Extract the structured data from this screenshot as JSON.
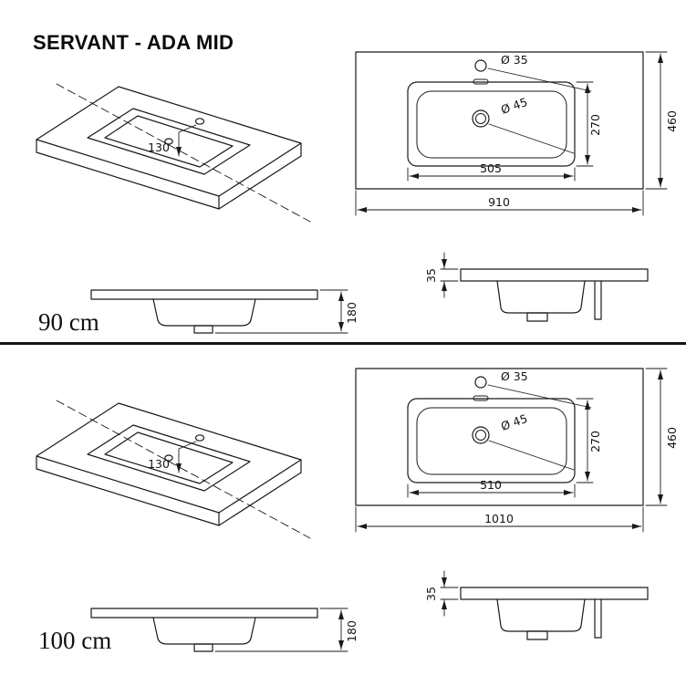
{
  "page": {
    "title": "SERVANT - ADA MID"
  },
  "colors": {
    "line": "#1a1a1a",
    "background": "#ffffff",
    "divider": "#141414"
  },
  "variants": [
    {
      "size_label": "90 cm",
      "iso": {
        "faucet_to_drain": "130"
      },
      "plan": {
        "faucet_hole_dia": "Ø 35",
        "drain_dia": "Ø 45",
        "basin_depth": "270",
        "total_depth": "460",
        "basin_width": "505",
        "total_width": "910"
      },
      "front": {
        "total_height": "180"
      },
      "side": {
        "top_thickness": "35"
      }
    },
    {
      "size_label": "100 cm",
      "iso": {
        "faucet_to_drain": "130"
      },
      "plan": {
        "faucet_hole_dia": "Ø 35",
        "drain_dia": "Ø 45",
        "basin_depth": "270",
        "total_depth": "460",
        "basin_width": "510",
        "total_width": "1010"
      },
      "front": {
        "total_height": "180"
      },
      "side": {
        "top_thickness": "35"
      }
    }
  ]
}
